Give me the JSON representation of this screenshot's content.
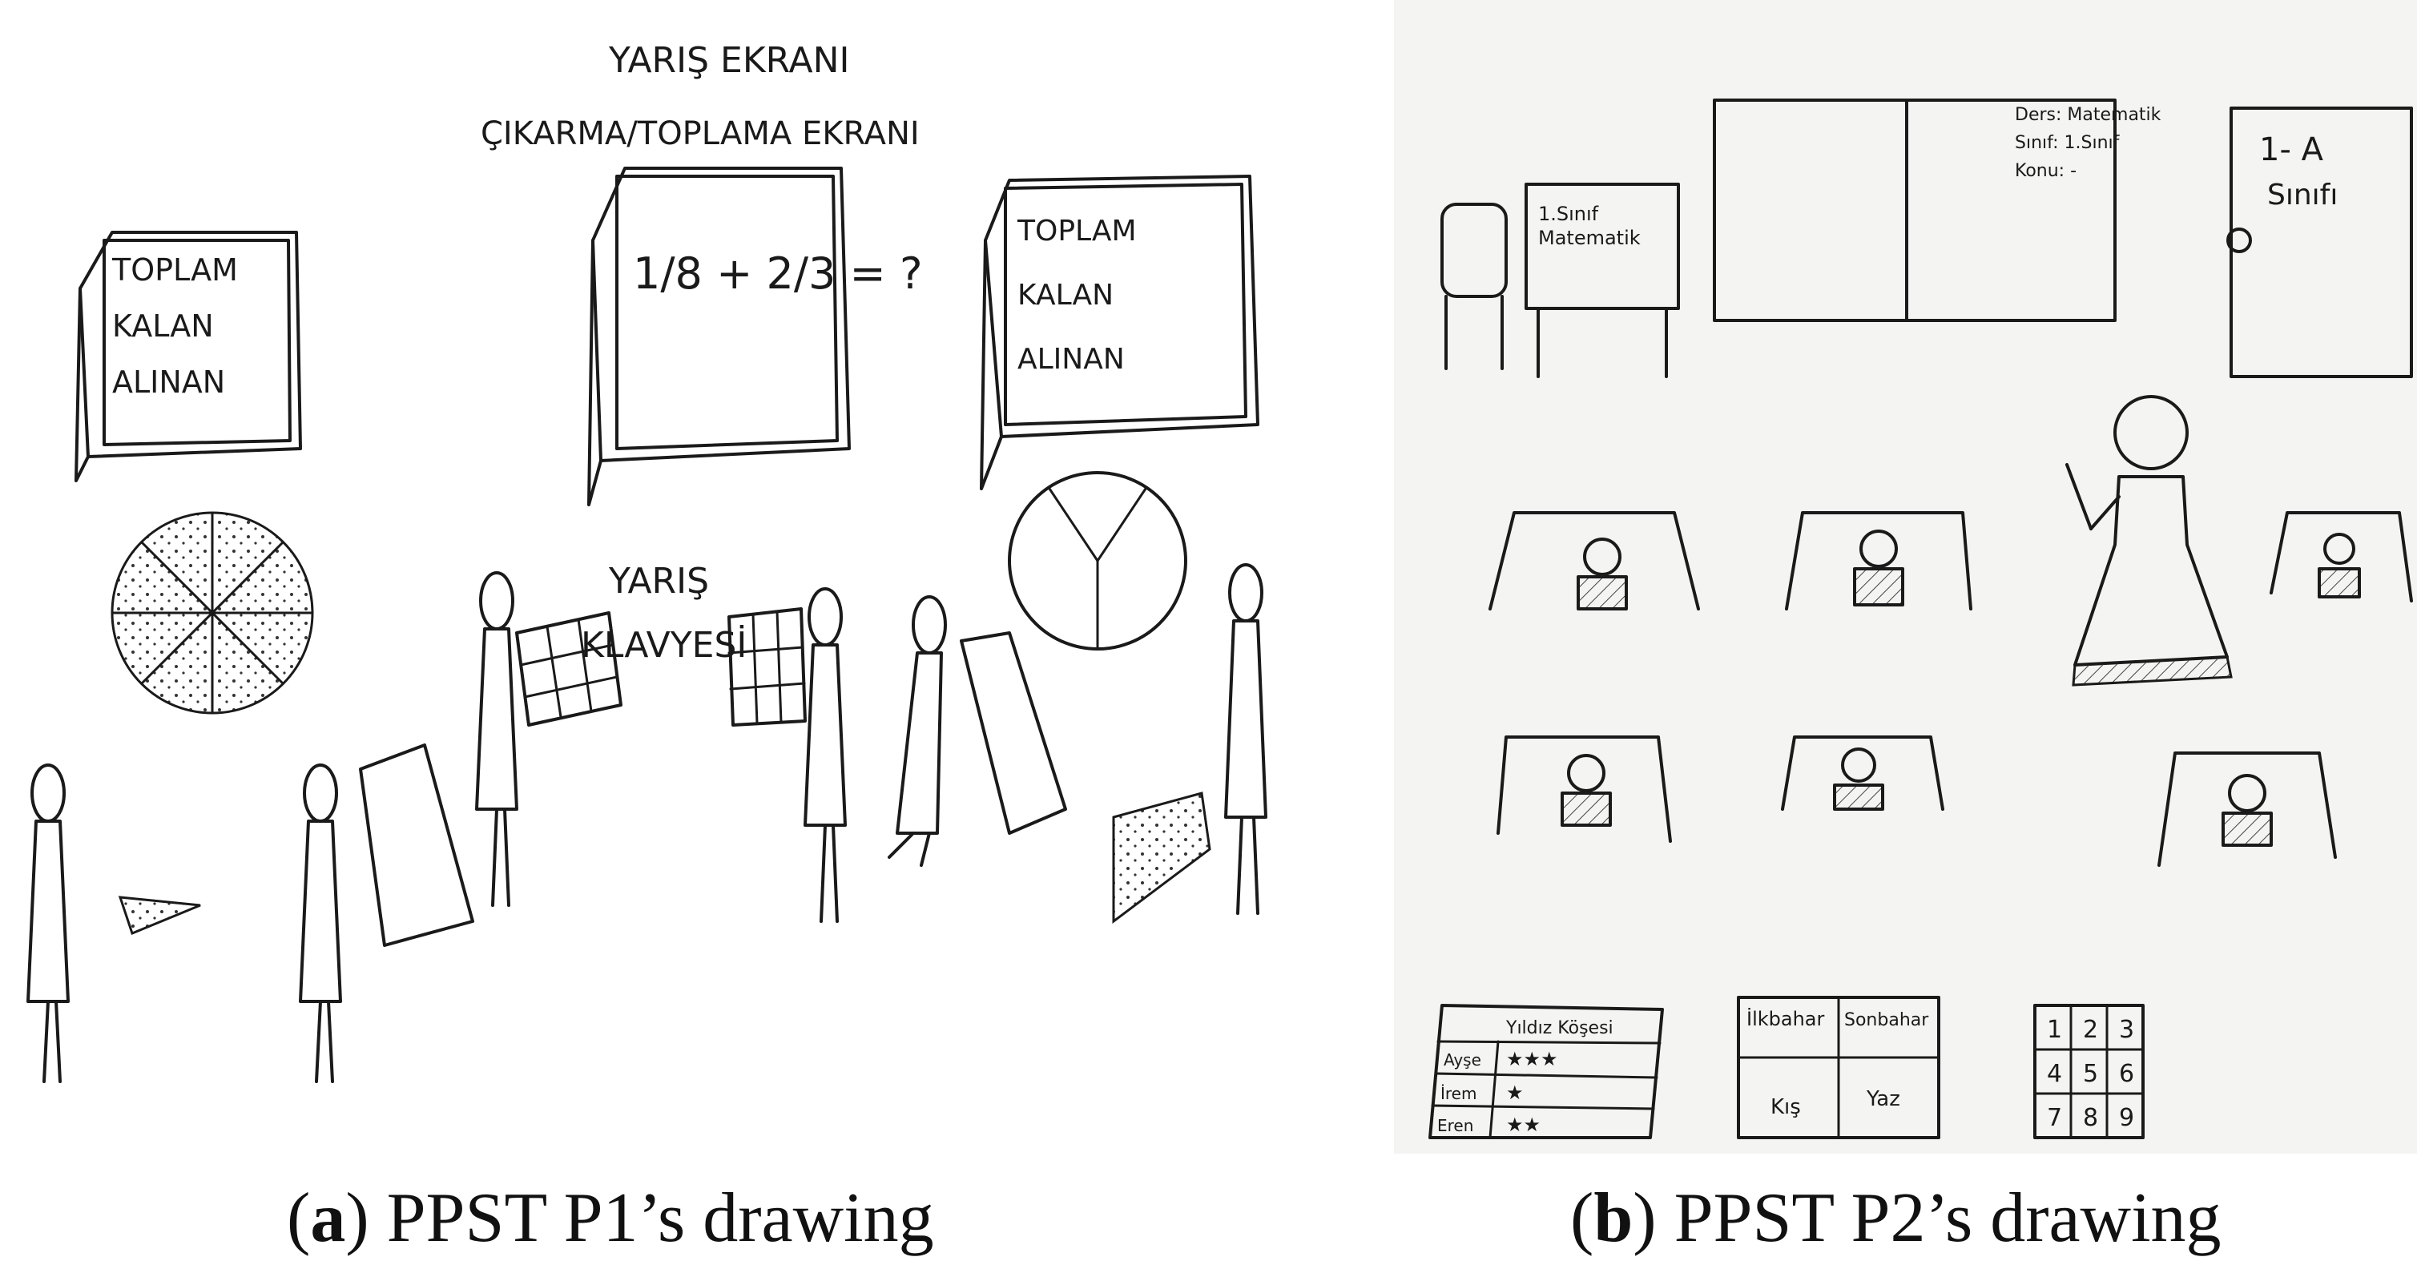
{
  "panel_a": {
    "title_race_screen": "YARIŞ EKRANI",
    "title_sub_add_screen": "ÇIKARMA/TOPLAMA EKRANI",
    "left_board": {
      "total": "TOPLAM",
      "remaining": "KALAN",
      "taken": "ALINAN"
    },
    "center_board": {
      "equation": "1/8 + 2/3 = ?"
    },
    "right_board": {
      "total": "TOPLAM",
      "remaining": "KALAN",
      "taken": "ALINAN"
    },
    "race_keyboard_1": "YARIŞ",
    "race_keyboard_2": "KLAVYESİ"
  },
  "panel_b": {
    "board_lines": [
      "Ders: Matematik",
      "Sınıf: 1.Sınıf",
      "Konu: -"
    ],
    "door_sign": [
      "1- A",
      "Sınıfı"
    ],
    "cabinet_label": [
      "1.Sınıf",
      "Matematik"
    ],
    "star_table": {
      "title": "Yıldız Köşesi",
      "rows": [
        {
          "name": "Ayşe",
          "stars": "★★★"
        },
        {
          "name": "İrem",
          "stars": "★"
        },
        {
          "name": "Eren",
          "stars": "★★"
        }
      ]
    },
    "seasons": [
      "İlkbahar",
      "Sonbahar",
      "Kış",
      "Yaz"
    ],
    "keypad": [
      "1",
      "2",
      "3",
      "4",
      "5",
      "6",
      "7",
      "8",
      "9"
    ]
  },
  "captions": {
    "a_letter": "a",
    "a_text": ") PPST P1’s drawing",
    "b_letter": "b",
    "b_text": ") PPST P2’s drawing"
  }
}
